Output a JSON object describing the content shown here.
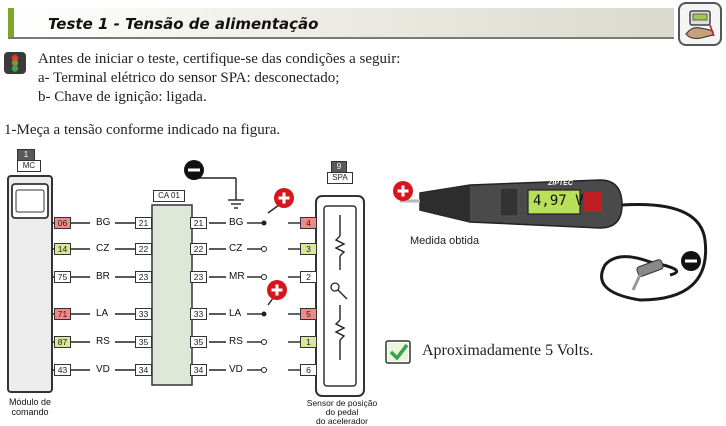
{
  "header": {
    "title": "Teste 1 - Tensão de alimentação",
    "icon": "multimeter-hand-icon"
  },
  "instructions": {
    "icon": "traffic-light-icon",
    "line1": "Antes de iniciar o teste, certifique-se das condições a seguir:",
    "line2": "a- Terminal elétrico do sensor SPA: desconectado;",
    "line3": "b- Chave de ignição: ligada."
  },
  "step": "1-Meça a tensão conforme indicado na figura.",
  "module_mc": {
    "number": "1",
    "code": "MC",
    "label_line1": "Módulo de",
    "label_line2": "comando",
    "pins": [
      {
        "num": "06",
        "color": "#f08a86"
      },
      {
        "num": "14",
        "color": "#d8e79a"
      },
      {
        "num": "75",
        "color": "#ffffff"
      },
      {
        "num": "71",
        "color": "#f08a86"
      },
      {
        "num": "87",
        "color": "#d8e79a"
      },
      {
        "num": "43",
        "color": "#ffffff"
      }
    ],
    "wires": [
      "BG",
      "CZ",
      "BR",
      "LA",
      "RS",
      "VD"
    ]
  },
  "connector_ca01": {
    "code": "CA 01",
    "left_pins": [
      "21",
      "22",
      "23",
      "33",
      "35",
      "34"
    ],
    "right_pins": [
      "21",
      "22",
      "23",
      "33",
      "35",
      "34"
    ],
    "right_wires": [
      "BG",
      "CZ",
      "MR",
      "LA",
      "RS",
      "VD"
    ]
  },
  "sensor_spa": {
    "number": "9",
    "code": "SPA",
    "label_line1": "Sensor de posição",
    "label_line2": "do pedal",
    "label_line3": "do acelerador",
    "pins": [
      {
        "num": "4",
        "color": "#f08a86"
      },
      {
        "num": "3",
        "color": "#d8e79a"
      },
      {
        "num": "2",
        "color": "#ffffff"
      },
      {
        "num": "5",
        "color": "#f08a86"
      },
      {
        "num": "1",
        "color": "#d8e79a"
      },
      {
        "num": "6",
        "color": "#ffffff"
      }
    ]
  },
  "probes": {
    "plus": "+",
    "minus": "–"
  },
  "meter": {
    "brand": "ZIPTEC",
    "reading": "4,97 V",
    "result_label": "Medida obtida"
  },
  "result": {
    "text": "Aproximadamente 5 Volts.",
    "icon": "check-icon"
  },
  "colors": {
    "accent_green": "#7fa52a",
    "pin_red": "#f08a86",
    "pin_green": "#d8e79a",
    "probe_red": "#d6161b",
    "lcd": "#b8e05a"
  }
}
